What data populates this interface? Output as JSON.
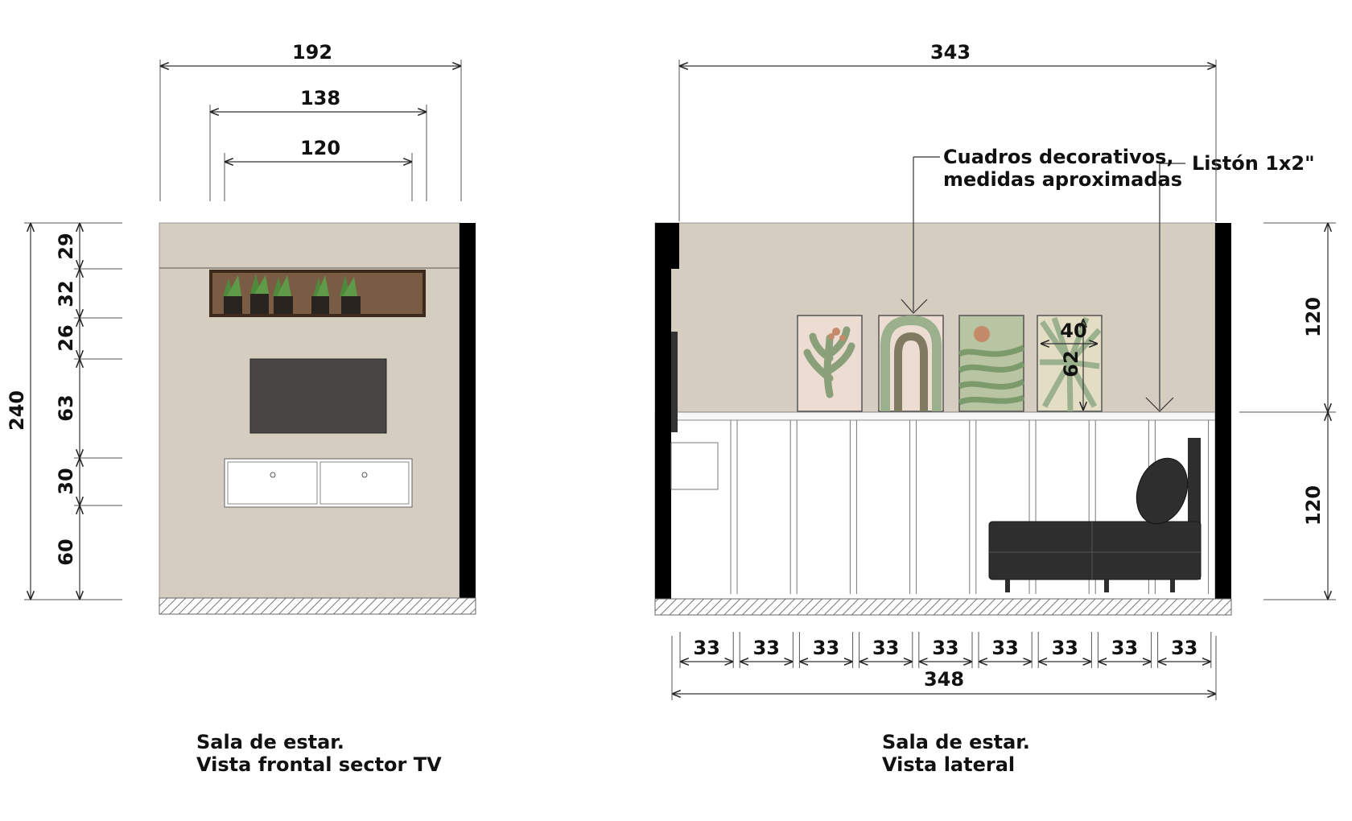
{
  "front_view": {
    "dims_horizontal": [
      "192",
      "138",
      "120"
    ],
    "dim_total_height": "240",
    "dims_vertical": [
      "29",
      "32",
      "26",
      "63",
      "30",
      "60"
    ],
    "caption_line1": "Sala de estar.",
    "caption_line2": "Vista frontal sector TV"
  },
  "side_view": {
    "dim_top": "343",
    "label_frames_line1": "Cuadros decorativos,",
    "label_frames_line2": "medidas aproximadas",
    "label_slat": "Listón 1x2\"",
    "dim_frame_width": "40",
    "dim_frame_height": "62",
    "dims_right": [
      "120",
      "120"
    ],
    "dims_bottom": [
      "33",
      "33",
      "33",
      "33",
      "33",
      "33",
      "33",
      "33",
      "33"
    ],
    "dim_bottom_total": "348",
    "caption_line1": "Sala de estar.",
    "caption_line2": "Vista lateral"
  },
  "colors": {
    "wall": "#d6cdc1",
    "wall_black": "#000000",
    "shelf": "#7a5c44",
    "tv": "#4a4545",
    "sofa": "#2e2e2e",
    "plant": "#4f8a3c",
    "frame_green": "#9bb08c",
    "frame_pink": "#ecdcd2"
  }
}
